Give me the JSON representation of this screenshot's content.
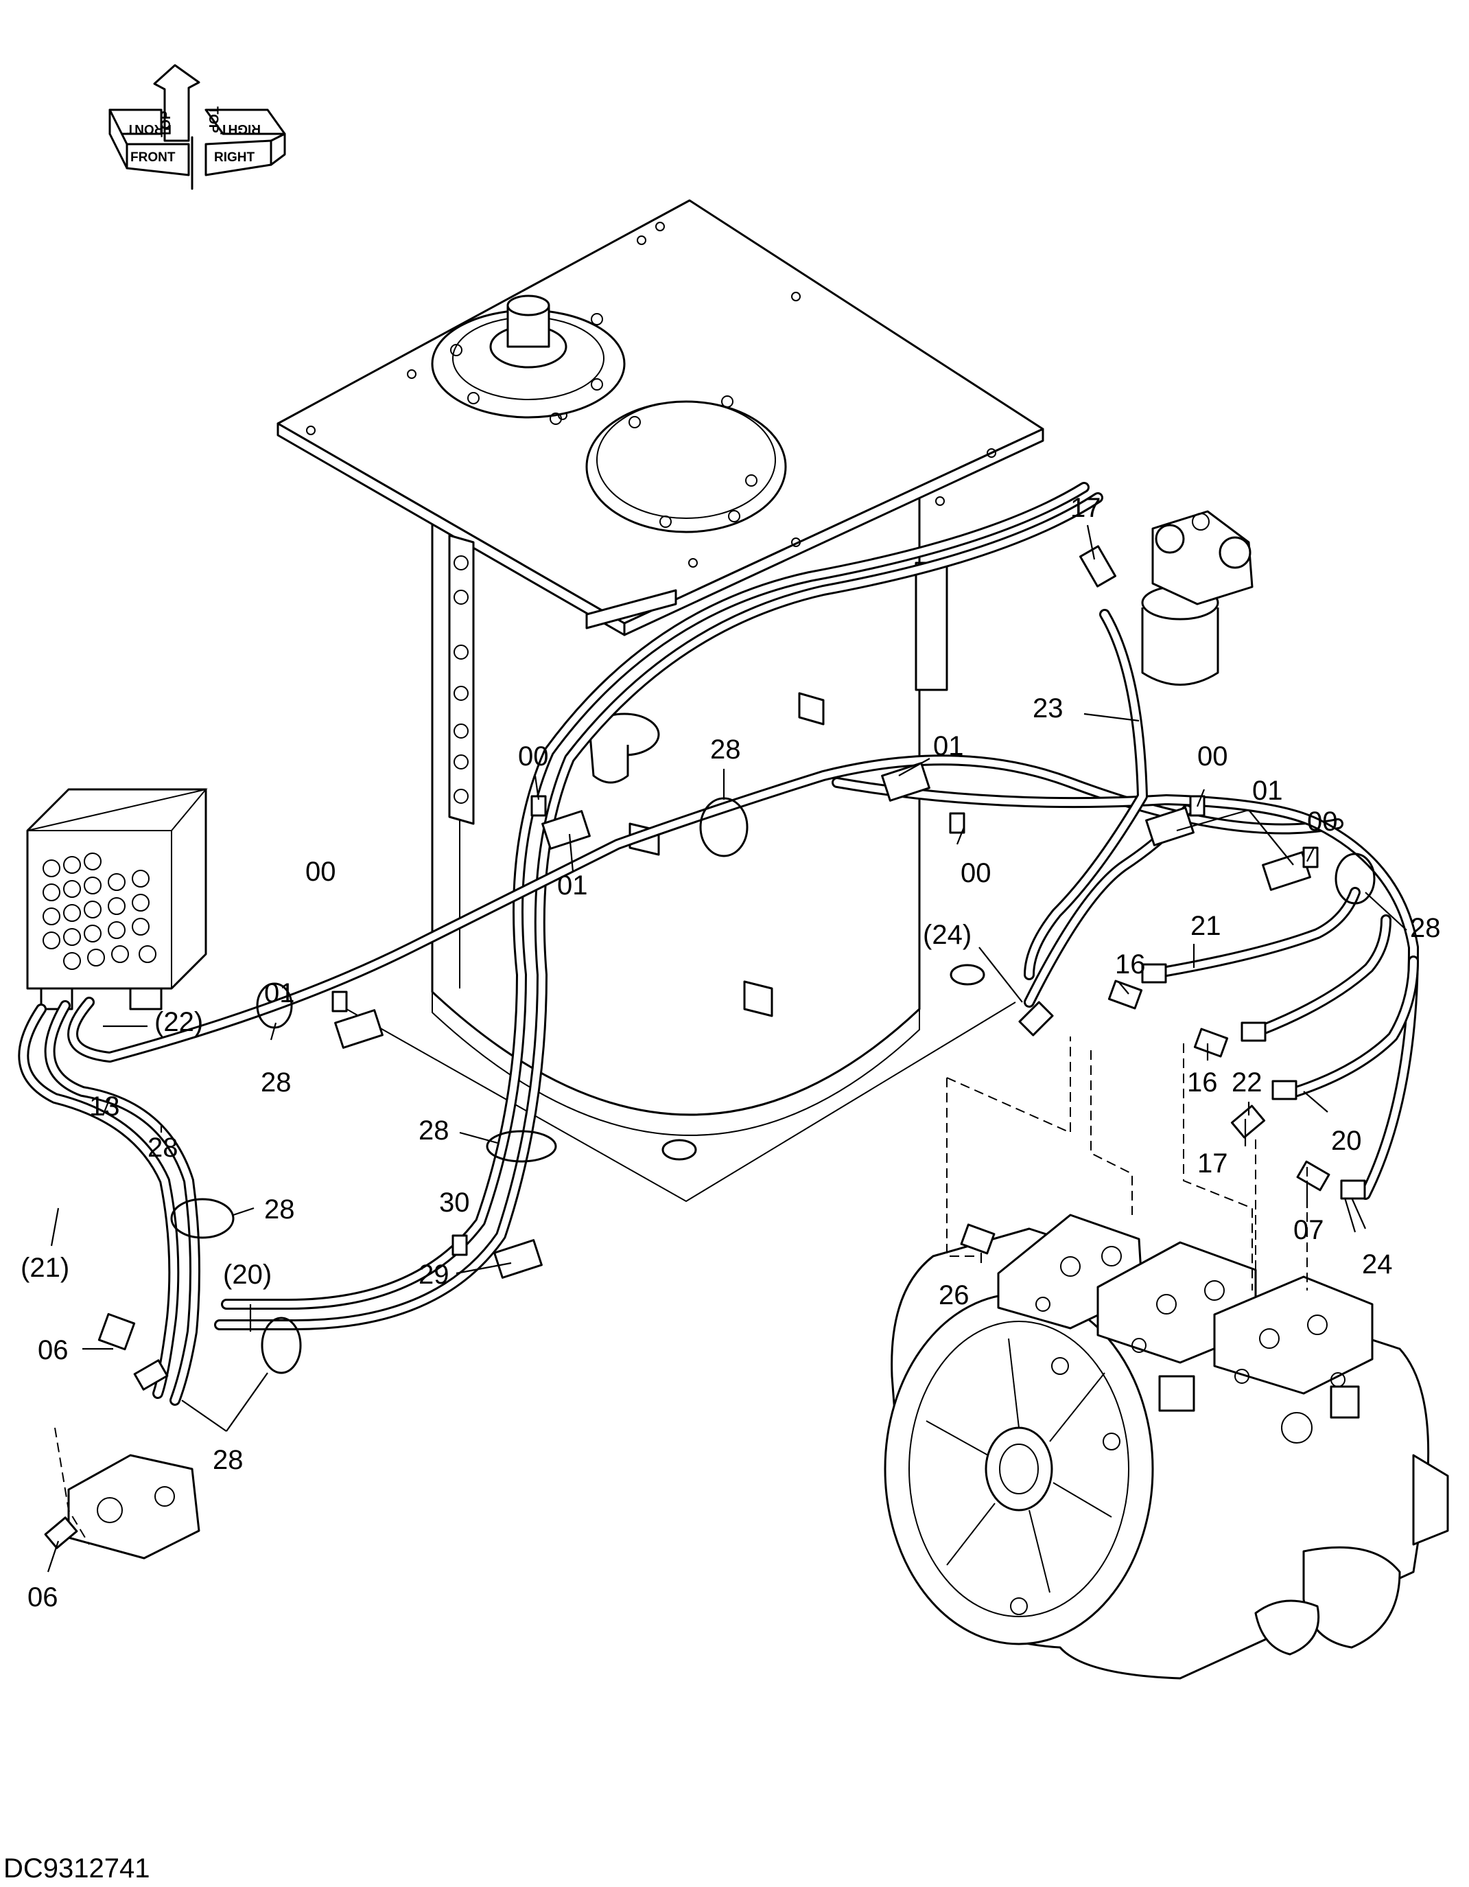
{
  "drawing_code": "DC9312741",
  "orientation": {
    "labels": [
      "FRONT",
      "TOP",
      "RIGHT"
    ],
    "mirrored_labels": [
      "FRONT",
      "TOP",
      "RIGHT"
    ]
  },
  "callouts": [
    {
      "id": "c17a",
      "label": "17"
    },
    {
      "id": "c23",
      "label": "23"
    },
    {
      "id": "c01a",
      "label": "01"
    },
    {
      "id": "c00a",
      "label": "00"
    },
    {
      "id": "c01b",
      "label": "01"
    },
    {
      "id": "c00b",
      "label": "00"
    },
    {
      "id": "c28a",
      "label": "28"
    },
    {
      "id": "c00c",
      "label": "00"
    },
    {
      "id": "c01c",
      "label": "01"
    },
    {
      "id": "c00d",
      "label": "00"
    },
    {
      "id": "c00e",
      "label": "00"
    },
    {
      "id": "c01d",
      "label": "01"
    },
    {
      "id": "c21a",
      "label": "21"
    },
    {
      "id": "c24a",
      "label": "(24)"
    },
    {
      "id": "c16a",
      "label": "16"
    },
    {
      "id": "c28b",
      "label": "28"
    },
    {
      "id": "c22a",
      "label": "(22)"
    },
    {
      "id": "c28c",
      "label": "28"
    },
    {
      "id": "c16b",
      "label": "16"
    },
    {
      "id": "c22b",
      "label": "22"
    },
    {
      "id": "c13",
      "label": "13"
    },
    {
      "id": "c28d",
      "label": "28"
    },
    {
      "id": "c20a",
      "label": "20"
    },
    {
      "id": "c28e",
      "label": "28"
    },
    {
      "id": "c17b",
      "label": "17"
    },
    {
      "id": "c28f",
      "label": "28"
    },
    {
      "id": "c30",
      "label": "30"
    },
    {
      "id": "c07",
      "label": "07"
    },
    {
      "id": "c21b",
      "label": "(21)"
    },
    {
      "id": "c20b",
      "label": "(20)"
    },
    {
      "id": "c29",
      "label": "29"
    },
    {
      "id": "c26",
      "label": "26"
    },
    {
      "id": "c24b",
      "label": "24"
    },
    {
      "id": "c06a",
      "label": "06"
    },
    {
      "id": "c28g",
      "label": "28"
    },
    {
      "id": "c06b",
      "label": "06"
    }
  ]
}
